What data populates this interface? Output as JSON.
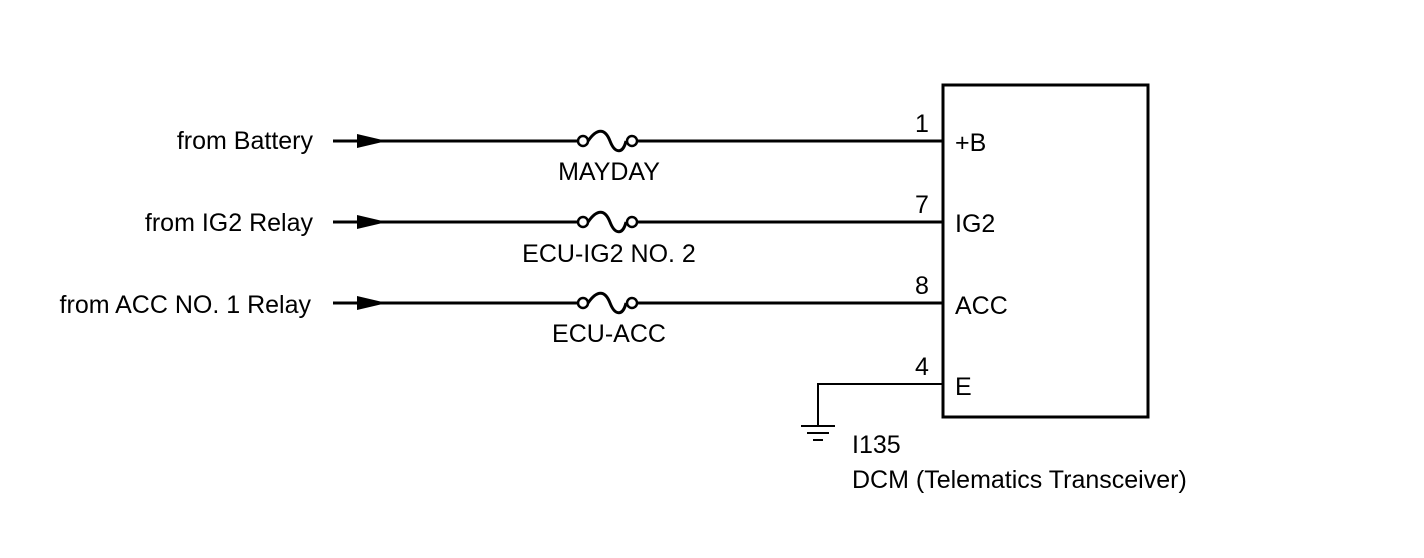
{
  "inputs": [
    {
      "source": "from Battery",
      "fuse": "MAYDAY",
      "pin": "1",
      "terminal": "+B"
    },
    {
      "source": "from IG2 Relay",
      "fuse": "ECU-IG2 NO. 2",
      "pin": "7",
      "terminal": "IG2"
    },
    {
      "source": "from ACC NO. 1 Relay",
      "fuse": "ECU-ACC",
      "pin": "8",
      "terminal": "ACC"
    }
  ],
  "ground": {
    "pin": "4",
    "terminal": "E"
  },
  "component": {
    "code": "I135",
    "name": "DCM (Telematics Transceiver)"
  }
}
